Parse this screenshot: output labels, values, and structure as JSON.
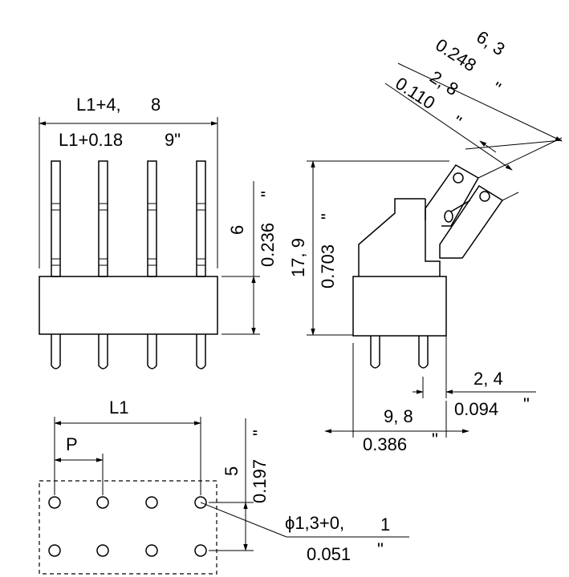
{
  "front_view": {
    "width_metric_a": "L1+4,",
    "width_metric_b": "8",
    "width_inch_a": "L1+0.18",
    "width_inch_b": "9\"",
    "pin_height_metric": "6",
    "pin_height_inch": "0.236",
    "inch_mark": "\""
  },
  "side_view": {
    "height_metric": "17, 9",
    "height_inch": "0.703",
    "tab_width_metric": "6, 3",
    "tab_width_inch": "0.248",
    "tab_thickness_metric": "2, 8",
    "tab_thickness_inch": "0.110",
    "pin_offset_metric": "2, 4",
    "pin_offset_inch": "0.094",
    "body_width_metric": "9, 8",
    "body_width_inch": "0.386",
    "inch_mark": "\""
  },
  "footprint": {
    "length_label": "L1",
    "pitch_label": "P",
    "row_spacing_metric": "5",
    "row_spacing_inch": "0.197",
    "hole_diameter_metric_a": "ϕ1,3+0,",
    "hole_diameter_metric_b": "1",
    "hole_diameter_inch": "0.051",
    "inch_mark": "\""
  }
}
